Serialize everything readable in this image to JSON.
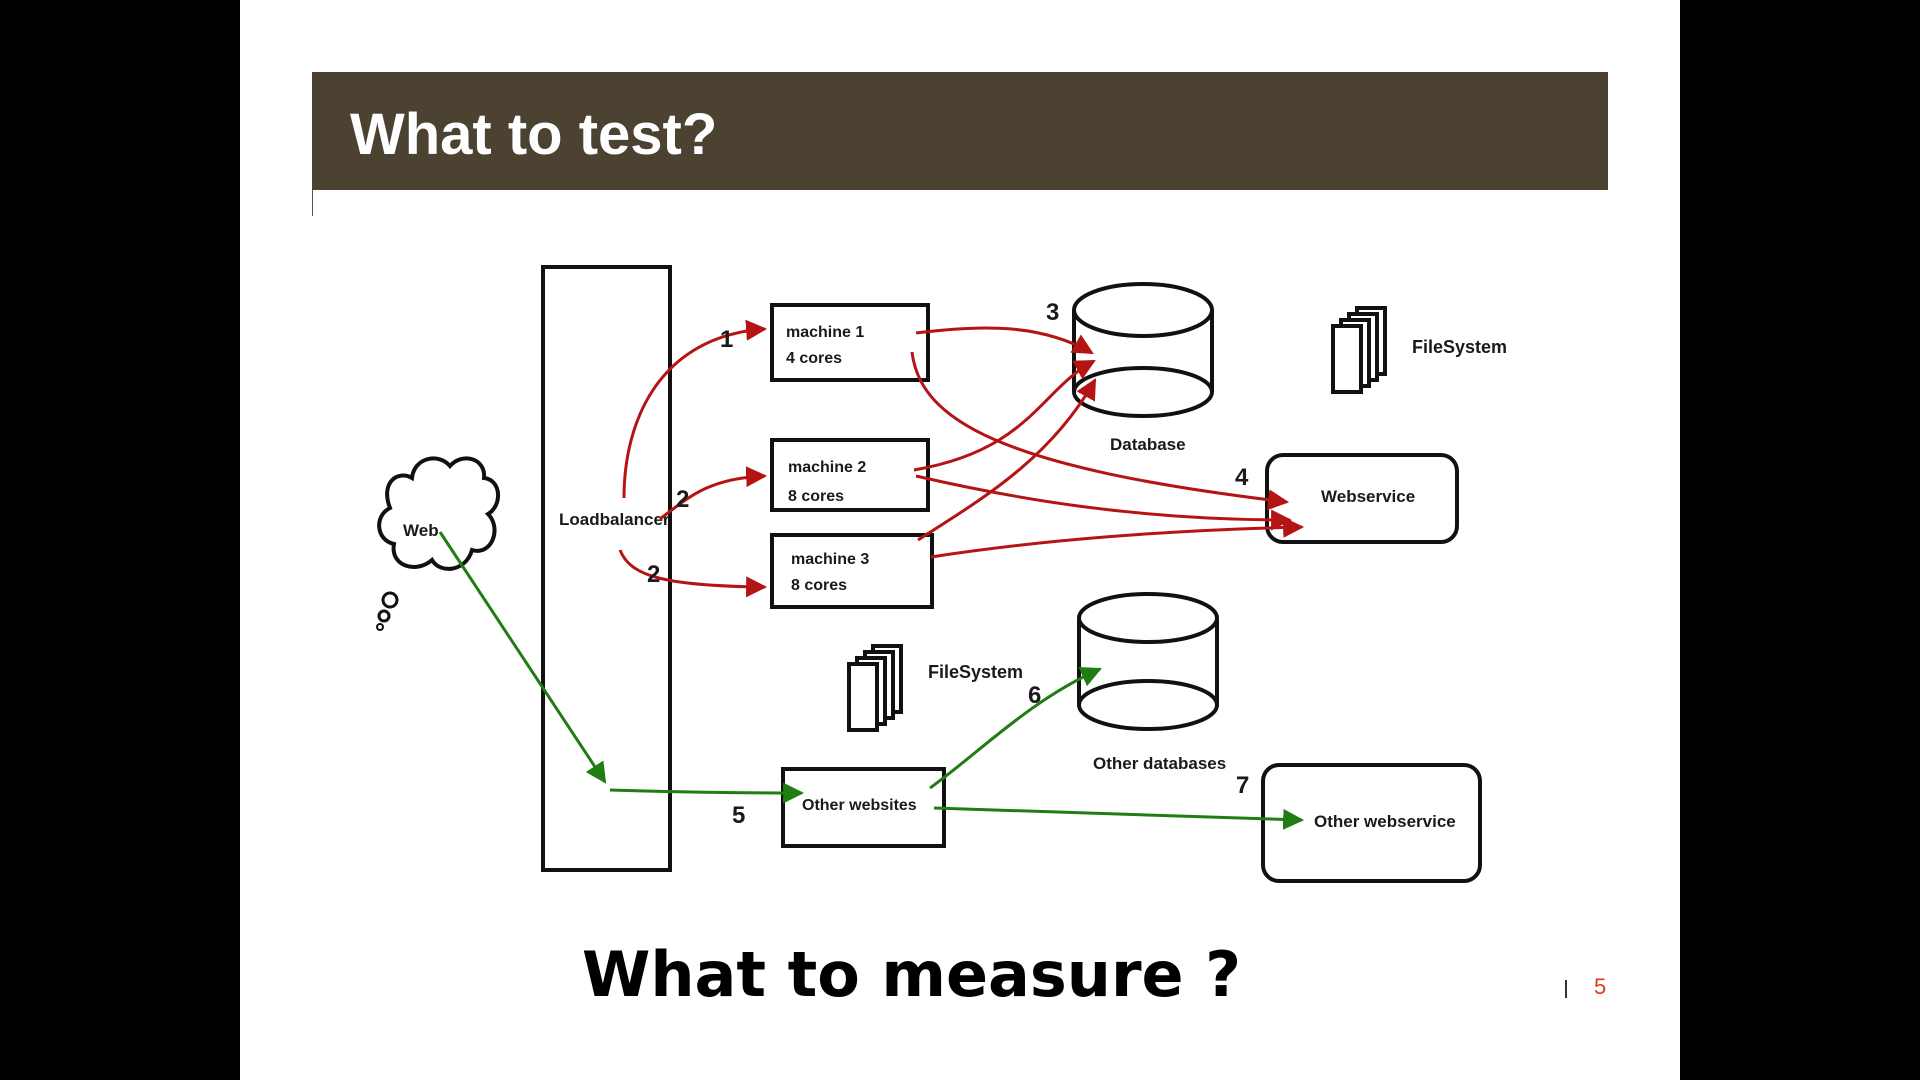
{
  "slide": {
    "title": "What to test?",
    "question": "What to measure ?",
    "page_number": "5"
  },
  "colors": {
    "title_bar": "#4b4232",
    "red_arrow": "#b51414",
    "green_arrow": "#1f7d12",
    "page_number": "#e03a1e"
  },
  "diagram": {
    "nodes": {
      "web": "Web",
      "loadbalancer": "Loadbalancer",
      "machine1": {
        "name": "machine 1",
        "detail": "4 cores"
      },
      "machine2": {
        "name": "machine 2",
        "detail": "8 cores"
      },
      "machine3": {
        "name": "machine 3",
        "detail": "8 cores"
      },
      "database": "Database",
      "filesystem_top": "FileSystem",
      "webservice": "Webservice",
      "filesystem_mid": "FileSystem",
      "other_databases": "Other databases",
      "other_websites": "Other websites",
      "other_webservice": "Other webservice"
    },
    "step_labels": {
      "s1": "1",
      "s2a": "2",
      "s2b": "2",
      "s3": "3",
      "s4": "4",
      "s5": "5",
      "s6": "6",
      "s7": "7"
    },
    "icons": {
      "web": "cloud-icon",
      "database": "database-cylinder-icon",
      "filesystem": "document-stack-icon"
    }
  }
}
